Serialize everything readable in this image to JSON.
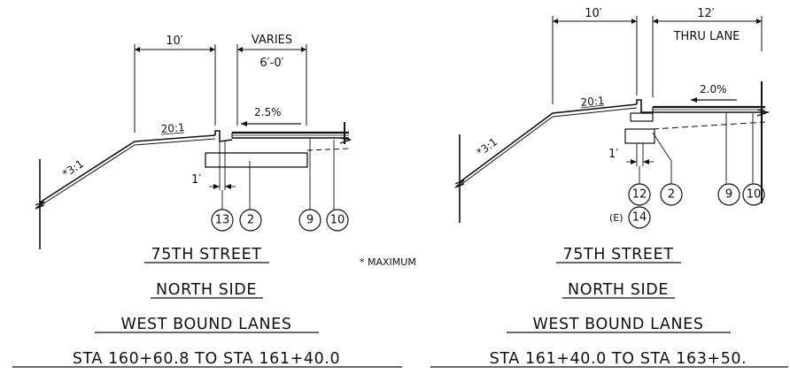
{
  "note": "* MAXIMUM",
  "sections": [
    {
      "sidewalk_width": "10′",
      "right_dim_top": "VARIES",
      "right_dim_bottom": "6′-0′",
      "sidewalk_slope": "20:1",
      "side_slope": "*3:1",
      "cross_slope": "2.5%",
      "offset": "1′",
      "callouts": [
        "13",
        "2",
        "9",
        "10"
      ],
      "title_lines": [
        "75TH STREET",
        "NORTH SIDE",
        "WEST BOUND LANES",
        "STA 160+60.8 TO STA 161+40.0"
      ]
    },
    {
      "sidewalk_width": "10′",
      "right_dim_top": "12′",
      "right_dim_bottom": "THRU LANE",
      "sidewalk_slope": "20:1",
      "side_slope": "*3:1",
      "cross_slope": "2.0%",
      "offset": "1′",
      "callouts": [
        "12",
        "2",
        "9",
        "10"
      ],
      "extra_callout": "14",
      "extra_callout_prefix": "(E)",
      "title_lines": [
        "75TH STREET",
        "NORTH SIDE",
        "WEST BOUND LANES",
        "STA 161+40.0 TO STA 163+50."
      ]
    }
  ]
}
